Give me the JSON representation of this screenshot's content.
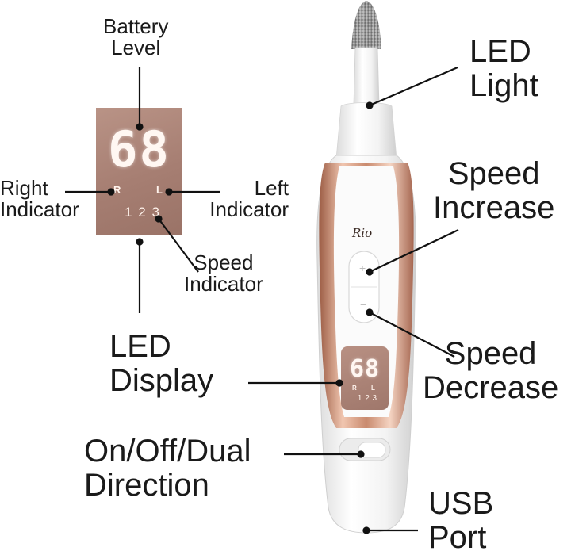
{
  "labels": {
    "battery_level": "Battery\nLevel",
    "right_indicator": "Right\nIndicator",
    "left_indicator": "Left\nIndicator",
    "speed_indicator": "Speed\nIndicator",
    "led_display": "LED\nDisplay",
    "led_light": "LED\nLight",
    "speed_increase": "Speed\nIncrease",
    "speed_decrease": "Speed\nDecrease",
    "power_switch": "On/Off/Dual\nDirection",
    "usb_port": "USB\nPort"
  },
  "display": {
    "digits": "68",
    "right_letter": "R",
    "left_letter": "L",
    "speeds": "1 2 3"
  },
  "device": {
    "brand_mark": "Rio",
    "plus_glyph": "+",
    "minus_glyph": "−"
  },
  "colors": {
    "display_bg": "#a67e72",
    "rose_gold": "#c98a6e",
    "body_white": "#f4f4f4"
  }
}
